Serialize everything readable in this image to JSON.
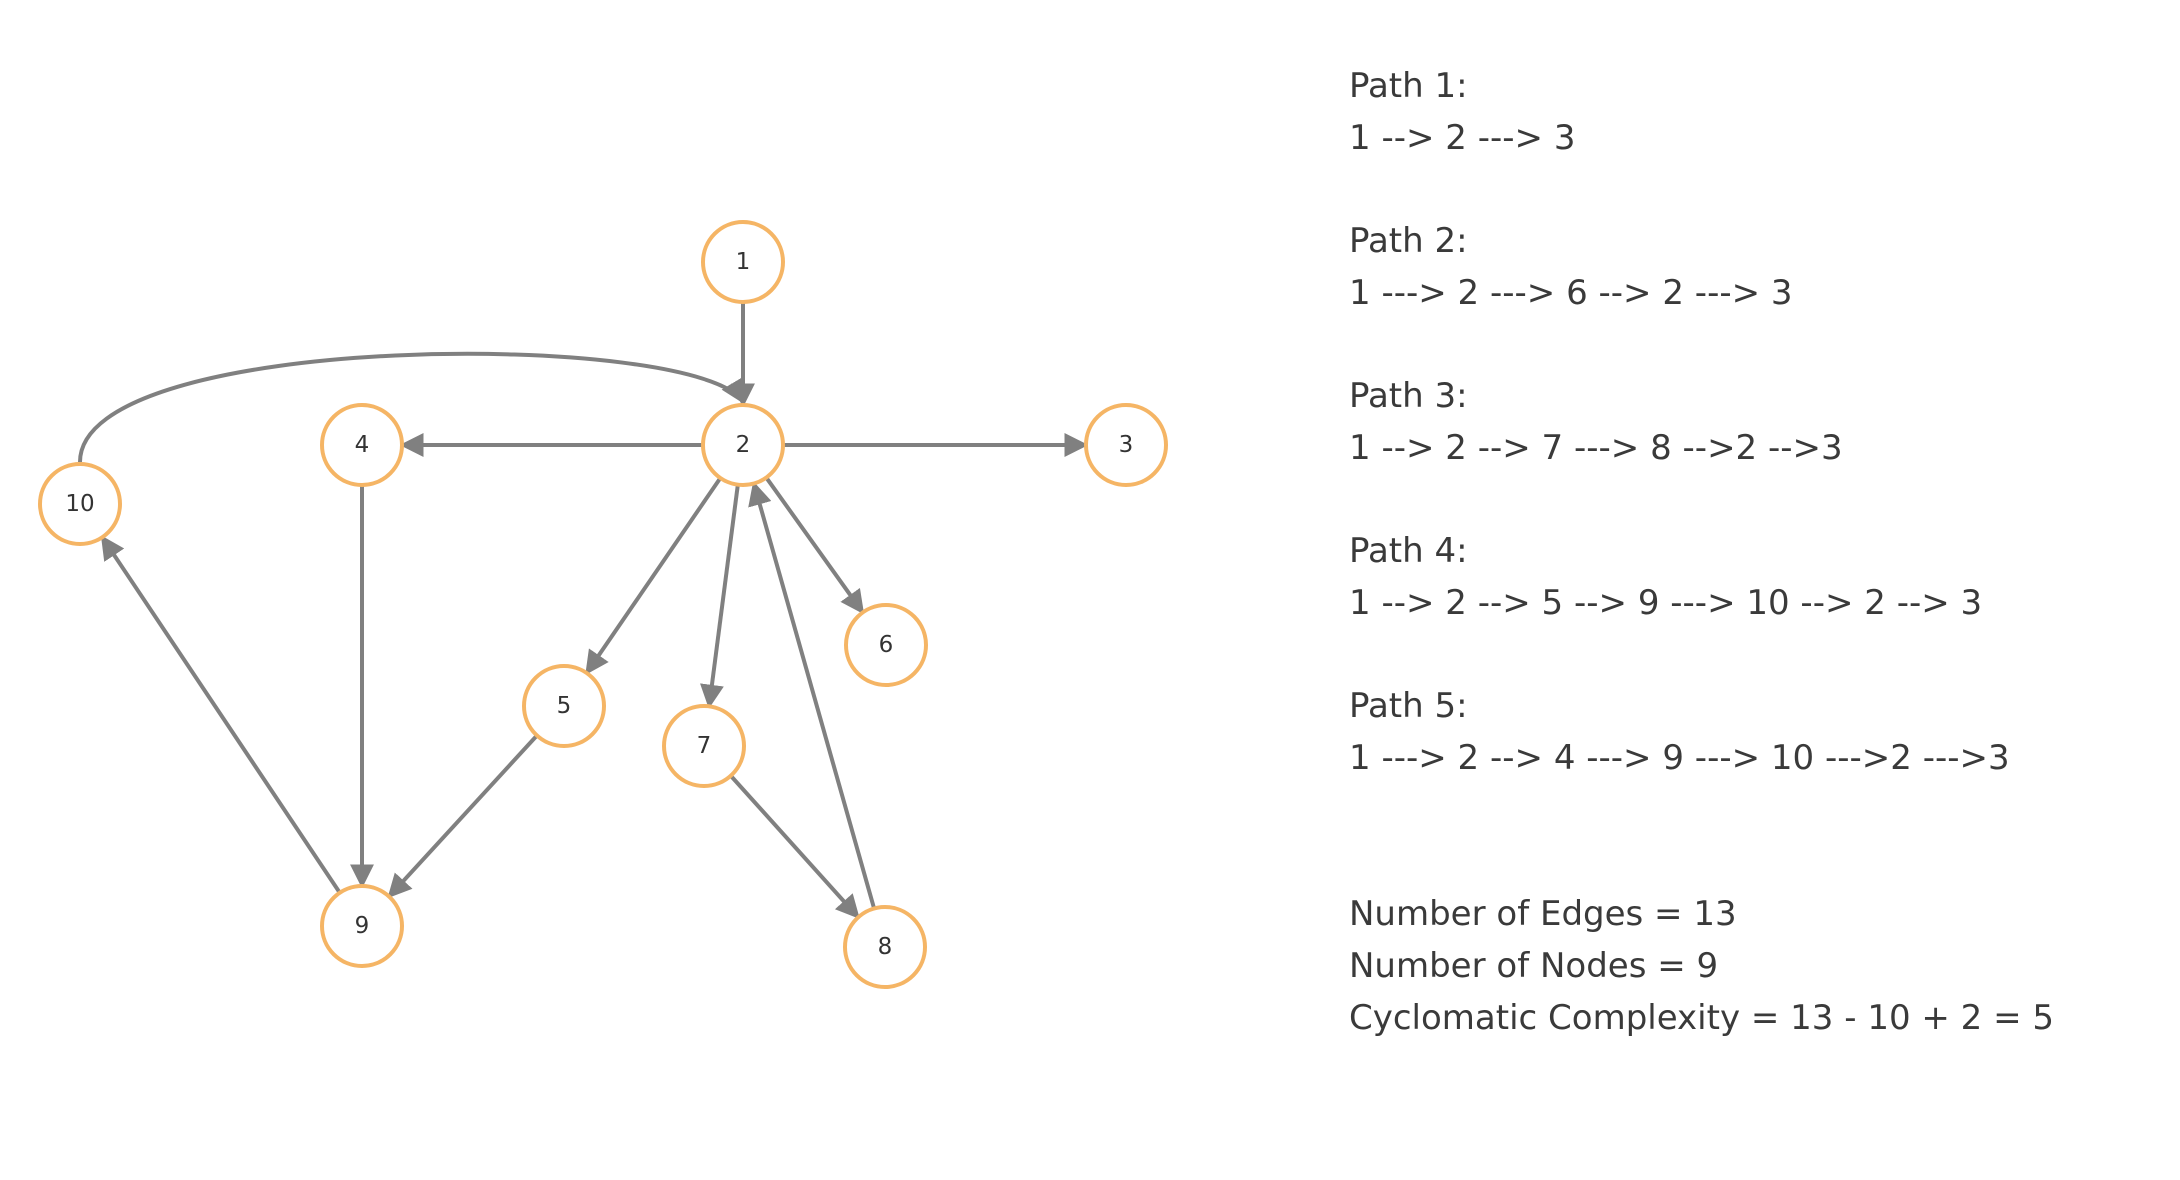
{
  "graph": {
    "nodes": [
      {
        "id": "1",
        "label": "1"
      },
      {
        "id": "2",
        "label": "2"
      },
      {
        "id": "3",
        "label": "3"
      },
      {
        "id": "4",
        "label": "4"
      },
      {
        "id": "5",
        "label": "5"
      },
      {
        "id": "6",
        "label": "6"
      },
      {
        "id": "7",
        "label": "7"
      },
      {
        "id": "8",
        "label": "8"
      },
      {
        "id": "9",
        "label": "9"
      },
      {
        "id": "10",
        "label": "10"
      }
    ],
    "edges": [
      {
        "from": "1",
        "to": "2"
      },
      {
        "from": "2",
        "to": "3"
      },
      {
        "from": "2",
        "to": "4"
      },
      {
        "from": "2",
        "to": "5"
      },
      {
        "from": "2",
        "to": "6"
      },
      {
        "from": "2",
        "to": "7"
      },
      {
        "from": "7",
        "to": "8"
      },
      {
        "from": "8",
        "to": "2"
      },
      {
        "from": "4",
        "to": "9"
      },
      {
        "from": "5",
        "to": "9"
      },
      {
        "from": "9",
        "to": "10"
      },
      {
        "from": "10",
        "to": "2"
      }
    ],
    "colors": {
      "node_border": "#f5b565",
      "edge": "#808080",
      "text": "#333333"
    }
  },
  "paths": [
    {
      "title": "Path 1:",
      "sequence": "1 --> 2 ---> 3"
    },
    {
      "title": "Path 2:",
      "sequence": "1 ---> 2 ---> 6 --> 2 ---> 3"
    },
    {
      "title": "Path 3:",
      "sequence": "1 --> 2 --> 7 ---> 8 -->2 -->3"
    },
    {
      "title": "Path 4:",
      "sequence": "1 --> 2 --> 5 --> 9 ---> 10 --> 2 --> 3"
    },
    {
      "title": "Path 5:",
      "sequence": "1 ---> 2 --> 4 ---> 9 ---> 10 --->2 --->3"
    }
  ],
  "stats": {
    "edges": "Number of Edges = 13",
    "nodes": "Number of Nodes = 9",
    "complexity": "Cyclomatic Complexity = 13 - 10 + 2 = 5"
  }
}
